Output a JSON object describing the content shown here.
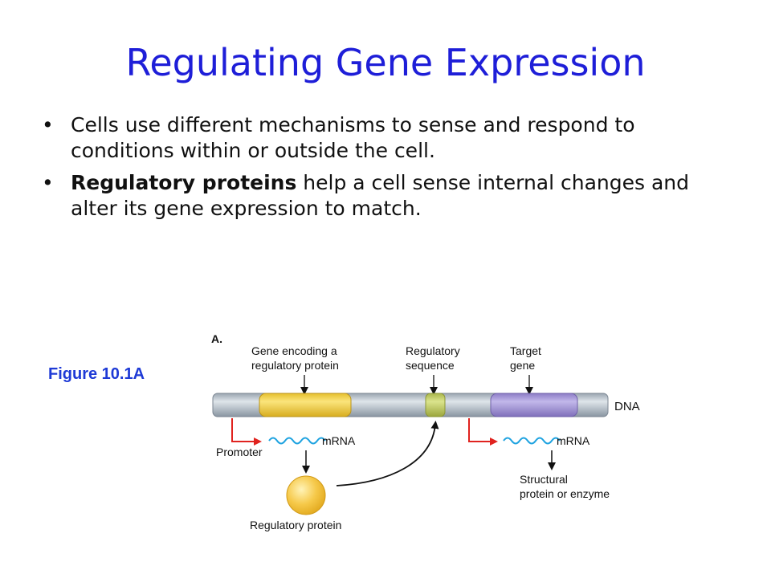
{
  "slide": {
    "title": "Regulating Gene Expression",
    "bullets": [
      {
        "bold": "",
        "text": "Cells use different mechanisms to sense and respond to conditions within or outside the cell."
      },
      {
        "bold": "Regulatory proteins",
        "text": " help a cell sense internal changes and alter its gene expression to match."
      }
    ],
    "figure_caption": "Figure 10.1A"
  },
  "diagram": {
    "panel_label": "A.",
    "labels": {
      "gene_encoding_line1": "Gene encoding a",
      "gene_encoding_line2": "regulatory protein",
      "regulatory_line1": "Regulatory",
      "regulatory_line2": "sequence",
      "target_line1": "Target",
      "target_line2": "gene",
      "dna": "DNA",
      "promoter": "Promoter",
      "mrna_left": "mRNA",
      "mrna_right": "mRNA",
      "regulatory_protein": "Regulatory protein",
      "product_line1": "Structural",
      "product_line2": "protein or enzyme"
    },
    "colors": {
      "dna_strand": "#b9c3cc",
      "regulatory_gene": "#f3d455",
      "regulatory_sequence": "#c3cf6a",
      "target_gene": "#a79ad6",
      "promoter_arrow": "#e0231f",
      "mrna": "#1fa3e0",
      "protein": "#f6c94a"
    }
  }
}
